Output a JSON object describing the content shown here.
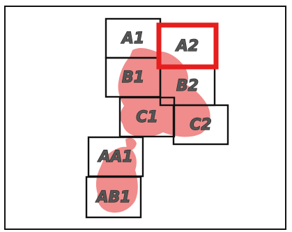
{
  "diagram": {
    "tiles": [
      {
        "id": "A1",
        "label": "A1",
        "selected": false
      },
      {
        "id": "A2",
        "label": "A2",
        "selected": true
      },
      {
        "id": "B1",
        "label": "B1",
        "selected": false
      },
      {
        "id": "B2",
        "label": "B2",
        "selected": false
      },
      {
        "id": "C1",
        "label": "C1",
        "selected": false
      },
      {
        "id": "C2",
        "label": "C2",
        "selected": false
      },
      {
        "id": "AA1",
        "label": "AA1",
        "selected": false
      },
      {
        "id": "AB1",
        "label": "AB1",
        "selected": false
      }
    ],
    "colors": {
      "frame": "#111111",
      "tile_border": "#111111",
      "selection_highlight": "#e61e1e",
      "region_fill": "#f08c8c",
      "label_fill": "#555555"
    }
  }
}
